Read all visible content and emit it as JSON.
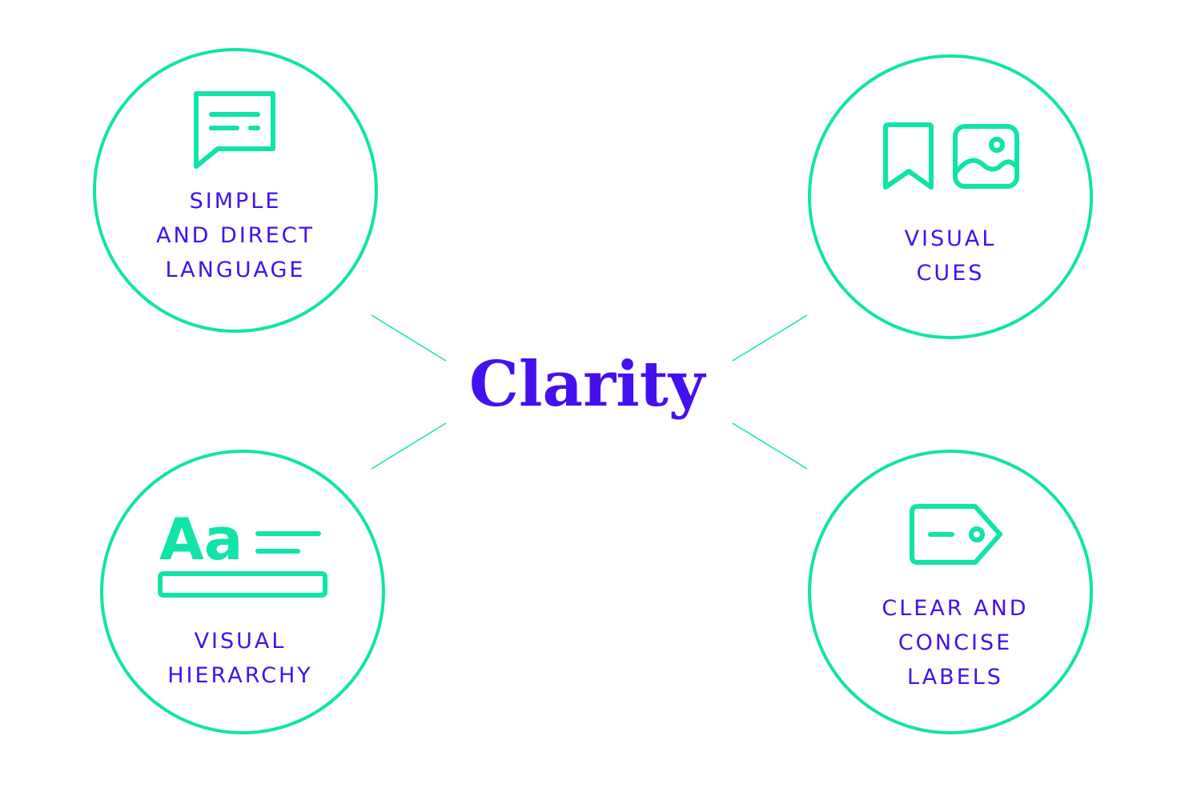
{
  "colors": {
    "accent": "#10e4a6",
    "text": "#4410f0",
    "background": "#ffffff"
  },
  "center": {
    "title": "Clarity"
  },
  "nodes": [
    {
      "id": "simple-direct-language",
      "icon": "chat-bubble-icon",
      "lines": [
        "SIMPLE",
        "AND DIRECT",
        "LANGUAGE"
      ]
    },
    {
      "id": "visual-cues",
      "icon": "bookmark-and-image-icons",
      "lines": [
        "VISUAL",
        "CUES"
      ]
    },
    {
      "id": "visual-hierarchy",
      "icon": "typography-icon",
      "icon_text": "Aa",
      "lines": [
        "VISUAL",
        "HIERARCHY"
      ]
    },
    {
      "id": "clear-concise-labels",
      "icon": "tag-label-icon",
      "lines": [
        "CLEAR AND",
        "CONCISE",
        "LABELS"
      ]
    }
  ]
}
